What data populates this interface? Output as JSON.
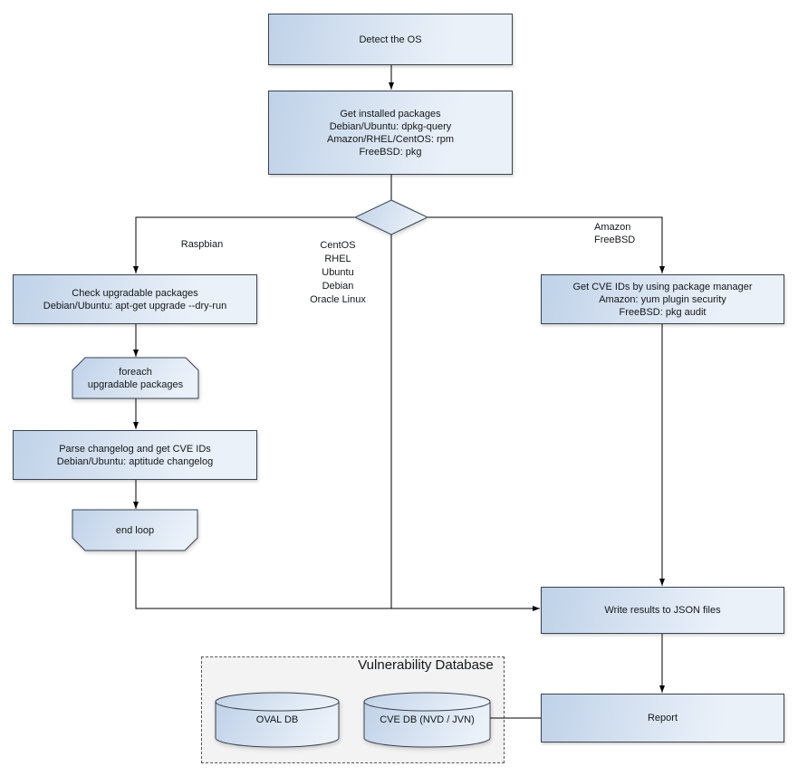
{
  "diagram": {
    "container_title": "Vulnerability Database",
    "nodes": {
      "detect_os": {
        "label": "Detect the OS"
      },
      "get_installed": {
        "lines": [
          "Get installed packages",
          "Debian/Ubuntu: dpkg-query",
          "Amazon/RHEL/CentOS: rpm",
          "FreeBSD: pkg"
        ]
      },
      "check_upgradable": {
        "lines": [
          "Check upgradable packages",
          "Debian/Ubuntu: apt-get upgrade --dry-run"
        ]
      },
      "foreach_loop": {
        "lines": [
          "foreach",
          "upgradable packages"
        ]
      },
      "parse_changelog": {
        "lines": [
          "Parse changelog and get CVE IDs",
          "Debian/Ubuntu: aptitude changelog"
        ]
      },
      "end_loop": {
        "label": "end loop"
      },
      "get_cve_ids": {
        "lines": [
          "Get CVE IDs by using package manager",
          "Amazon: yum plugin security",
          "FreeBSD: pkg audit"
        ]
      },
      "write_results": {
        "label": "Write results to JSON files"
      },
      "report": {
        "label": "Report"
      },
      "oval_db": {
        "label": "OVAL DB"
      },
      "cve_db": {
        "label": "CVE DB (NVD / JVN)"
      }
    },
    "branch_labels": {
      "left": "Raspbian",
      "middle": [
        "CentOS",
        "RHEL",
        "Ubuntu",
        "Debian",
        "Oracle Linux"
      ],
      "right": [
        "Amazon",
        "FreeBSD"
      ]
    },
    "colors": {
      "node_fill_dark": "#c0d2e8",
      "node_fill_light": "#ebf1f9",
      "node_border": "#39434f",
      "container_fill": "#f3f3f3",
      "connector": "#000000"
    }
  }
}
